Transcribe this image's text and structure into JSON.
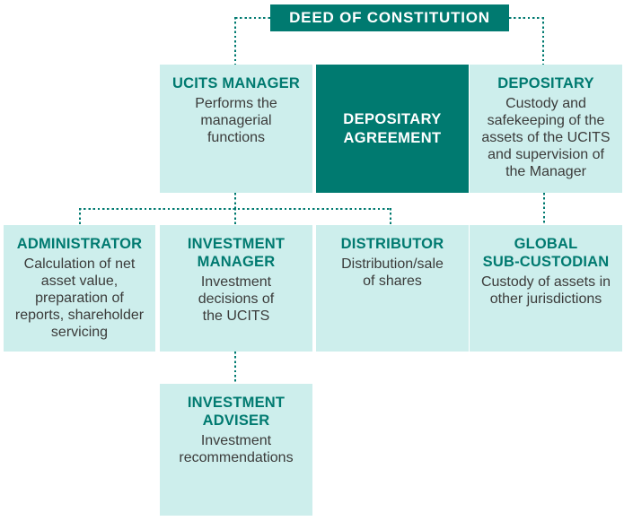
{
  "palette": {
    "dark_teal": "#007a70",
    "light_teal": "#cdeeec",
    "title_teal": "#007a70",
    "body_text": "#3b3b3a",
    "bg": "#ffffff",
    "line": "#007a70"
  },
  "nodes": {
    "deed": {
      "title": "DEED OF CONSTITUTION"
    },
    "ucits_manager": {
      "title": "UCITS MANAGER",
      "body": "Performs the\nmanagerial\nfunctions"
    },
    "depositary_agreement": {
      "title": "DEPOSITARY\nAGREEMENT"
    },
    "depositary": {
      "title": "DEPOSITARY",
      "body": "Custody and\nsafekeeping of the\nassets of the UCITS\nand supervision of\nthe Manager"
    },
    "administrator": {
      "title": "ADMINISTRATOR",
      "body": "Calculation of net\nasset value,\npreparation of\nreports, shareholder\nservicing"
    },
    "investment_manager": {
      "title": "INVESTMENT\nMANAGER",
      "body": "Investment\ndecisions of\nthe UCITS"
    },
    "distributor": {
      "title": "DISTRIBUTOR",
      "body": "Distribution/sale\nof shares"
    },
    "global_sub_custodian": {
      "title": "GLOBAL\nSUB-CUSTODIAN",
      "body": "Custody of assets in\nother jurisdictions"
    },
    "investment_adviser": {
      "title": "INVESTMENT\nADVISER",
      "body": "Investment\nrecommendations"
    }
  }
}
